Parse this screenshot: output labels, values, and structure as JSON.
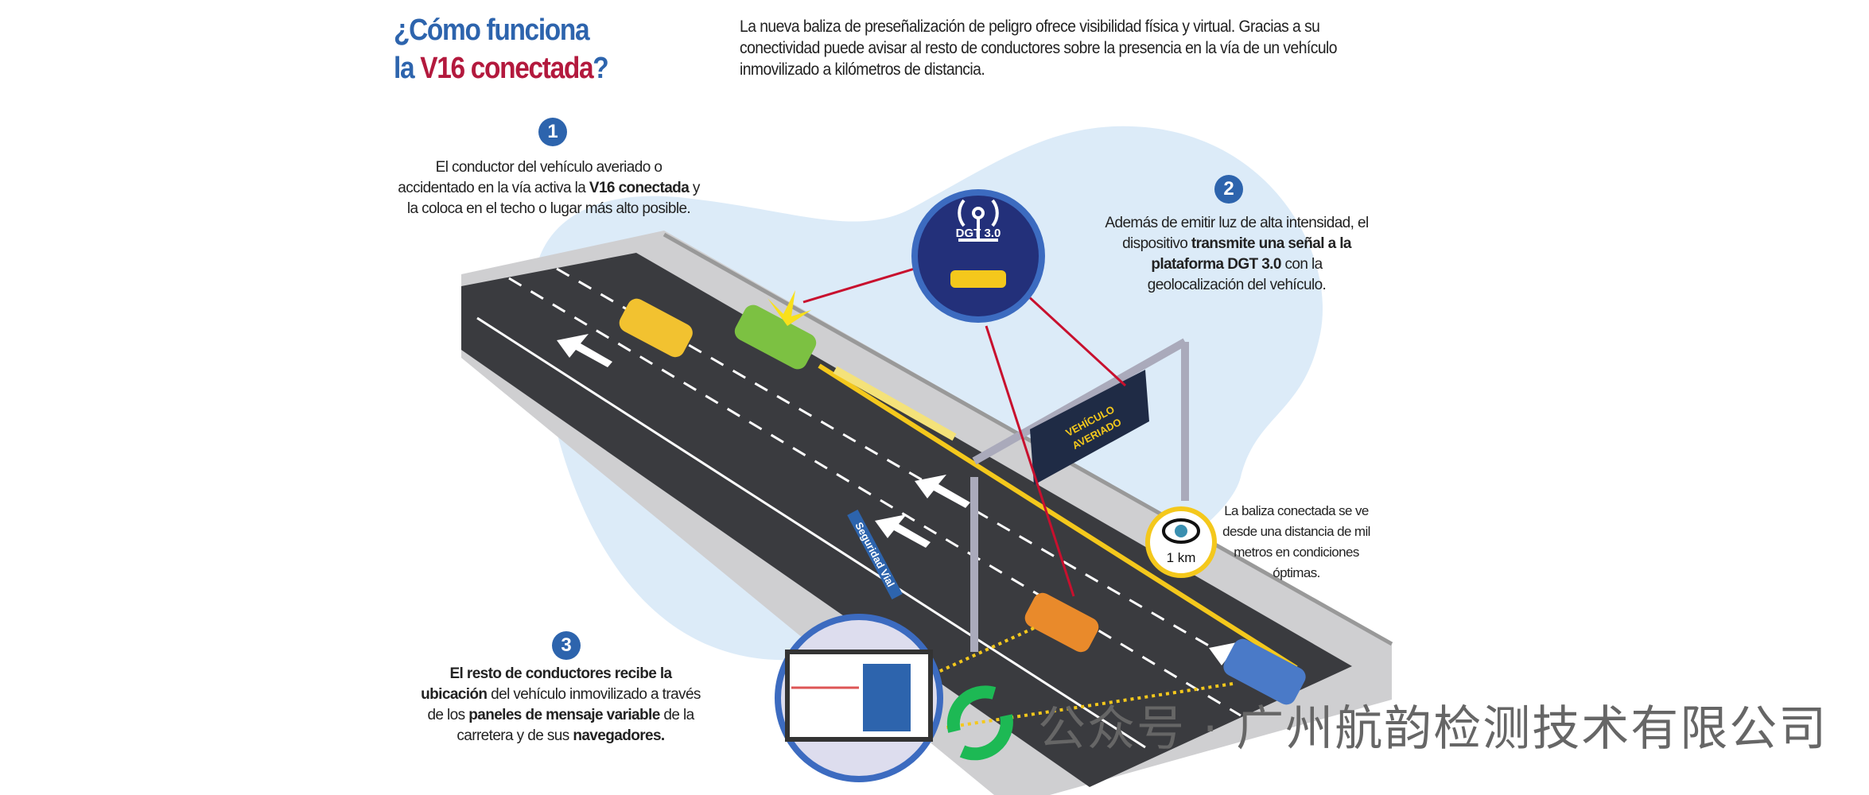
{
  "title": {
    "line1": "¿Cómo funciona",
    "line2_prefix": "la ",
    "line2_highlight": "V16 conectada",
    "line2_suffix": "?"
  },
  "intro": "La nueva baliza de preseñalización de peligro ofrece visibilidad física y virtual. Gracias a su conectividad puede avisar al resto de conductores sobre la presencia en la vía de un vehículo inmovilizado a kilómetros de distancia.",
  "steps": [
    {
      "number": "1",
      "text_a": "El conductor del vehículo averiado o accidentado en la vía activa la ",
      "bold_a": "V16 conectada",
      "text_b": " y la coloca en el techo o lugar más alto posible."
    },
    {
      "number": "2",
      "text_a": "Además de emitir luz de alta intensidad, el dispositivo ",
      "bold_a": "transmite una señal a la plataforma DGT 3.0",
      "text_b": " con la geolocalización del vehículo."
    },
    {
      "number": "3",
      "bold_a": "El resto de conductores recibe la ubicación",
      "text_a": " del vehículo inmovilizado a través de los ",
      "bold_b": "paneles de mensaje variable",
      "text_b": " de la carretera y de sus ",
      "bold_c": "navegadores."
    }
  ],
  "dgt_badge": "DGT 3.0",
  "sign": {
    "line1": "VEHÍCULO",
    "line2": "AVERIADO"
  },
  "road_sign": "Seguridad Vial",
  "visibility": {
    "distance": "1 km",
    "text": "La baliza conectada se ve desde una distancia de mil metros en condiciones óptimas."
  },
  "watermark": "公众号 · 广州航韵检测技术有限公司",
  "colors": {
    "blue": "#2d64ad",
    "red": "#b3193d",
    "blob": "#dcebf8",
    "asphalt": "#3a3b3f",
    "yellow": "#f4c81c",
    "green": "#1db954"
  }
}
